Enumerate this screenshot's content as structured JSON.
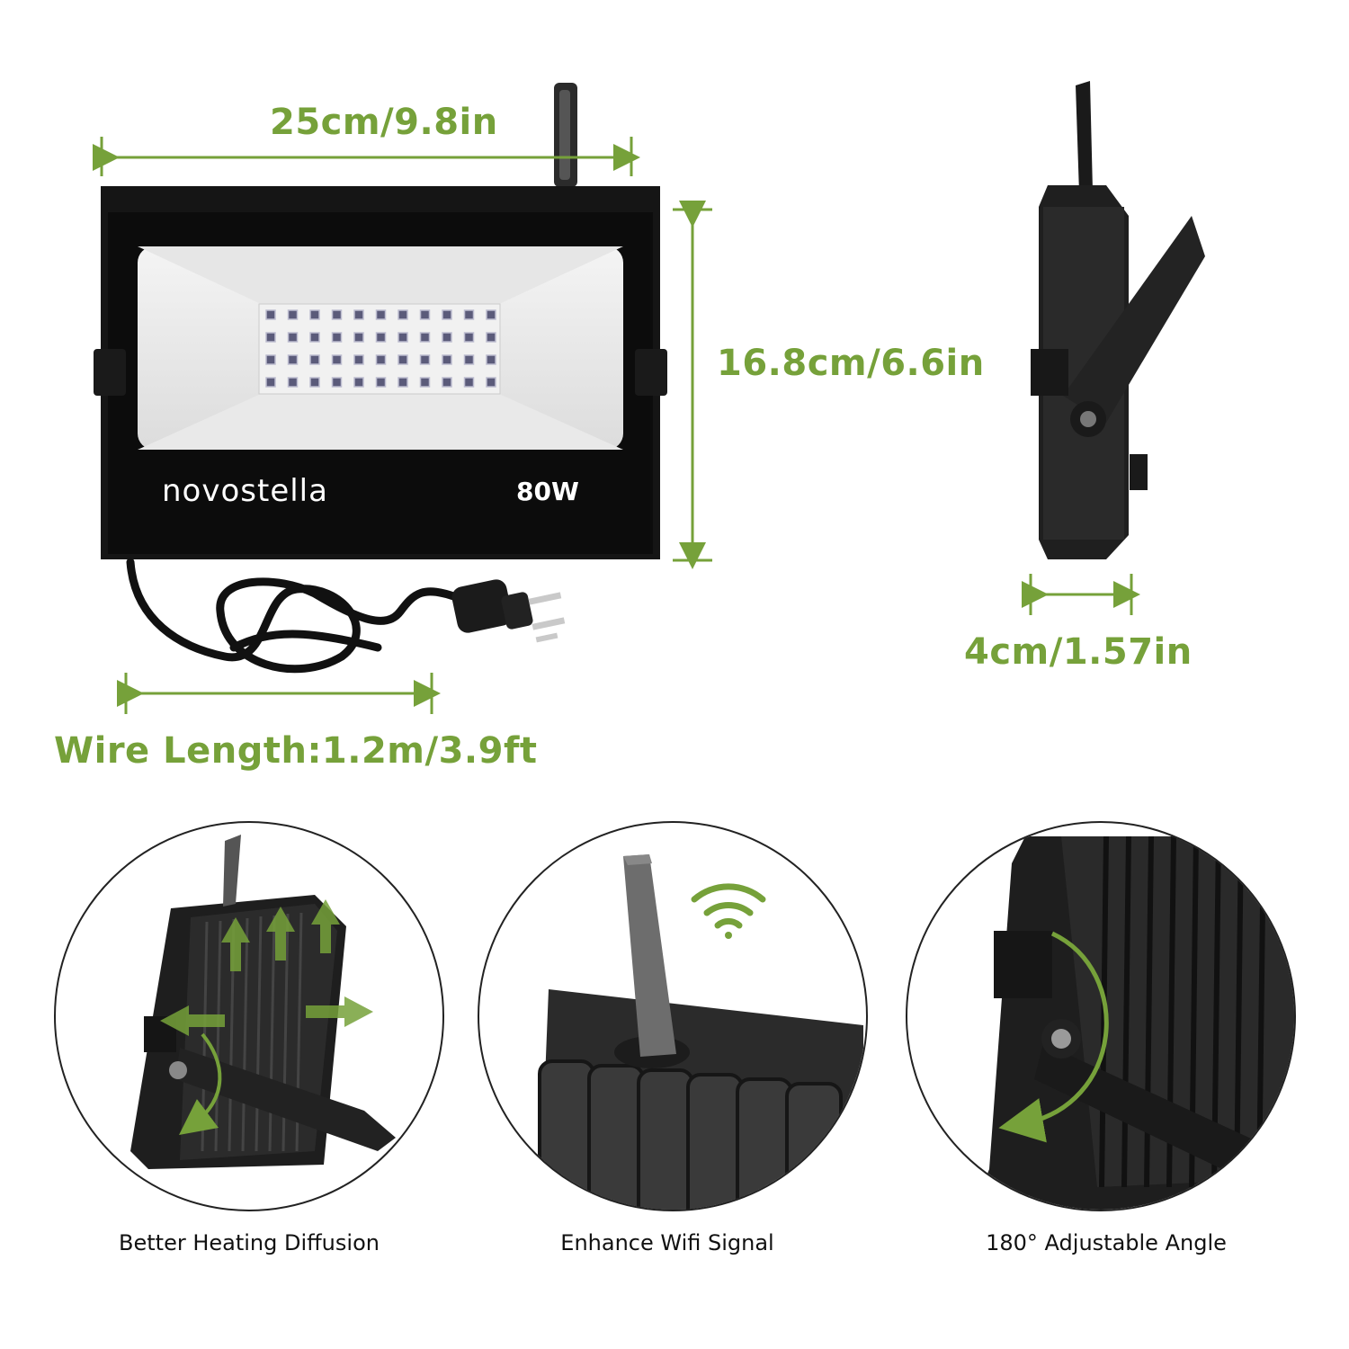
{
  "product": {
    "brand": "novostella",
    "wattage": "80W",
    "led_rows": 4,
    "led_cols": 11
  },
  "dimensions": {
    "width_label": "25cm/9.8in",
    "height_label": "16.8cm/6.6in",
    "depth_label": "4cm/1.57in",
    "wire_label": "Wire Length:1.2m/3.9ft"
  },
  "features": [
    {
      "caption": "Better Heating Diffusion",
      "icon": "heat-diffusion-arrows"
    },
    {
      "caption": "Enhance Wifi Signal",
      "icon": "wifi-icon"
    },
    {
      "caption": "180° Adjustable Angle",
      "icon": "rotation-arc"
    }
  ],
  "colors": {
    "accent": "#76a13a",
    "housing": "#1c1c1c",
    "diffuser": "#efefef"
  }
}
